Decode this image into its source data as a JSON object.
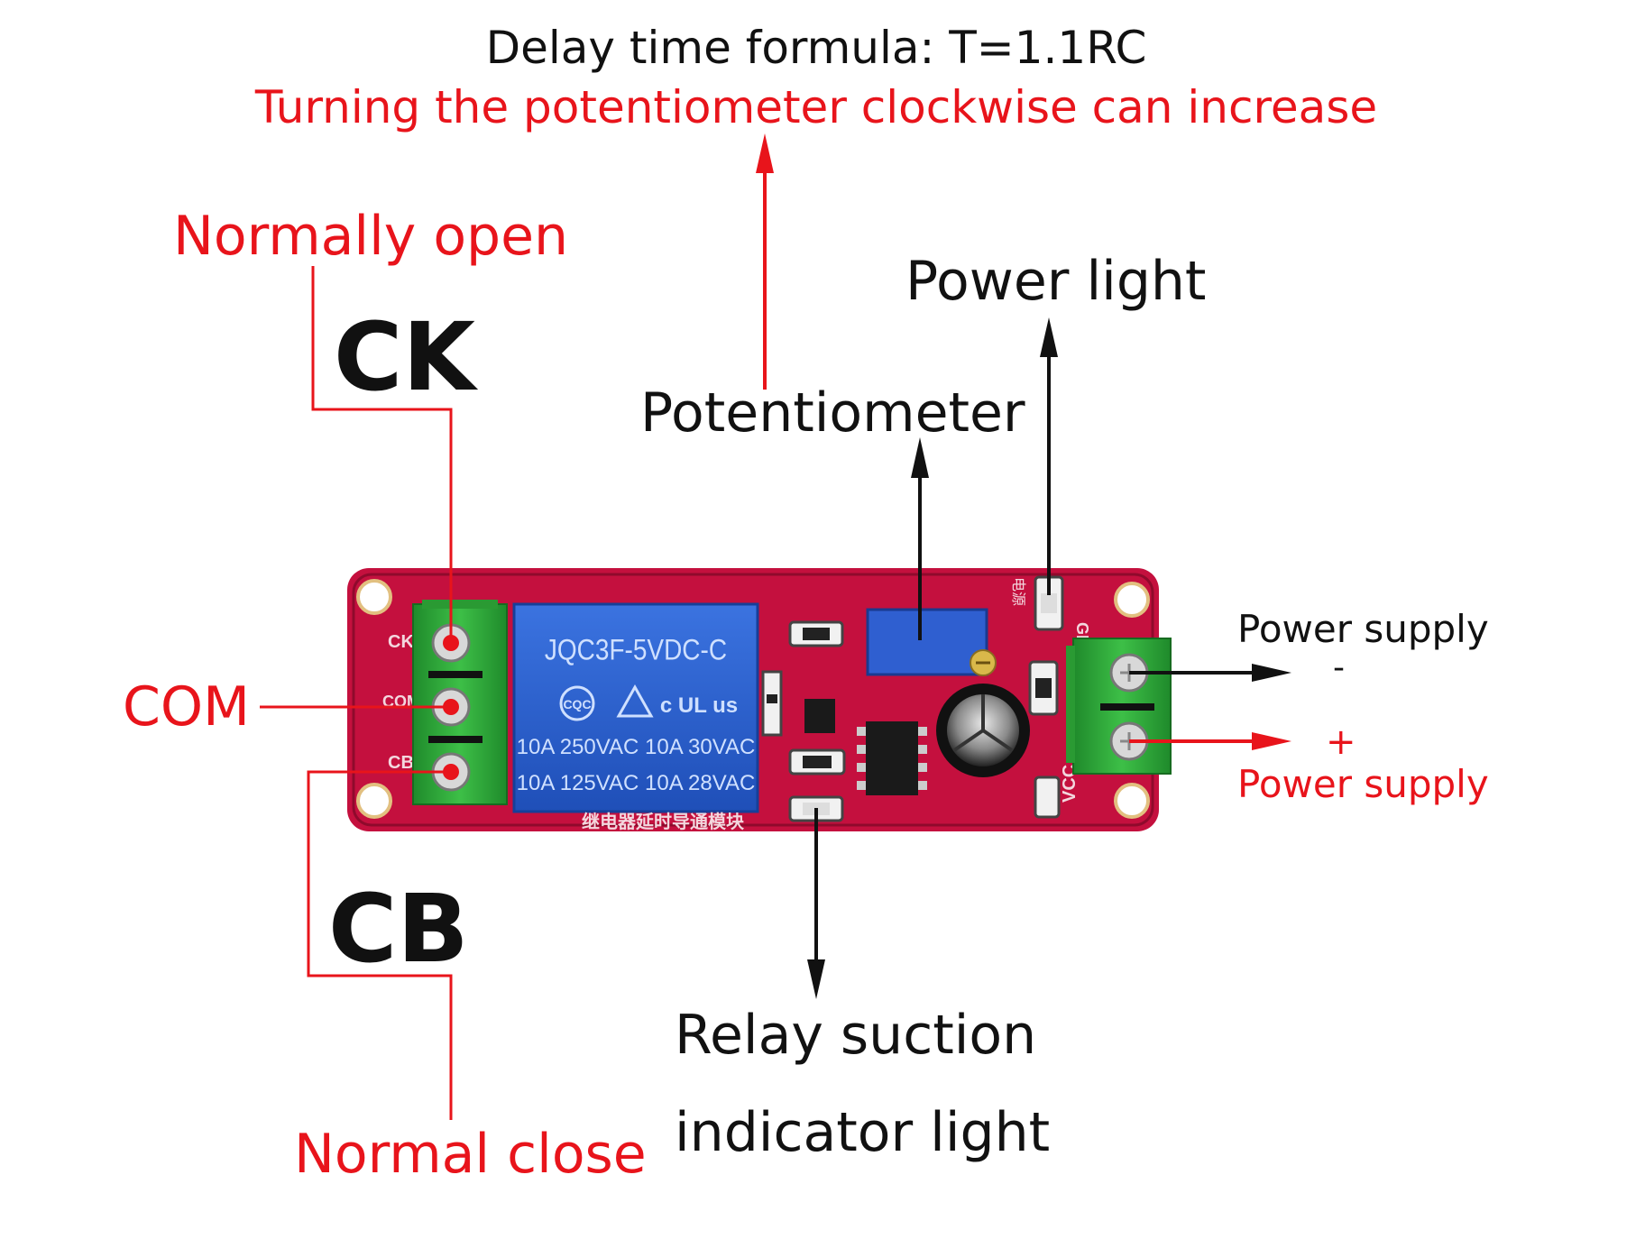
{
  "header": {
    "formula": "Delay time formula: T=1.1RC",
    "note": "Turning the potentiometer clockwise can increase"
  },
  "labels": {
    "normally_open": "Normally open",
    "ck": "CK",
    "com": "COM",
    "cb": "CB",
    "normal_close": "Normal close",
    "potentiometer": "Potentiometer",
    "power_light": "Power light",
    "power_supply_neg": "Power supply",
    "neg_sign": "-",
    "pos_sign": "+",
    "power_supply_pos": "Power supply",
    "relay_line1": "Relay suction",
    "relay_line2": "indicator light"
  },
  "board": {
    "relay_model": "JQC3F-5VDC-C",
    "relay_rating1": "10A 250VAC 10A 30VAC",
    "relay_rating2": "10A 125VAC 10A 28VAC",
    "relay_cert1": "CQC",
    "relay_cert2": "c UL us",
    "chinese_label": "继电器延时导通模块",
    "silk_ck": "CK",
    "silk_com": "COM",
    "silk_cb": "CB",
    "silk_vcc": "VCC",
    "silk_gnd": "GND",
    "silk_power": "电源"
  },
  "colors": {
    "red": "#e8141b",
    "black": "#111111",
    "pcb": "#c4103e",
    "pcb_dark": "#8f0a2c",
    "terminal": "#2fa33a",
    "relay": "#2a5fcf",
    "pot": "#2f5fd0"
  }
}
